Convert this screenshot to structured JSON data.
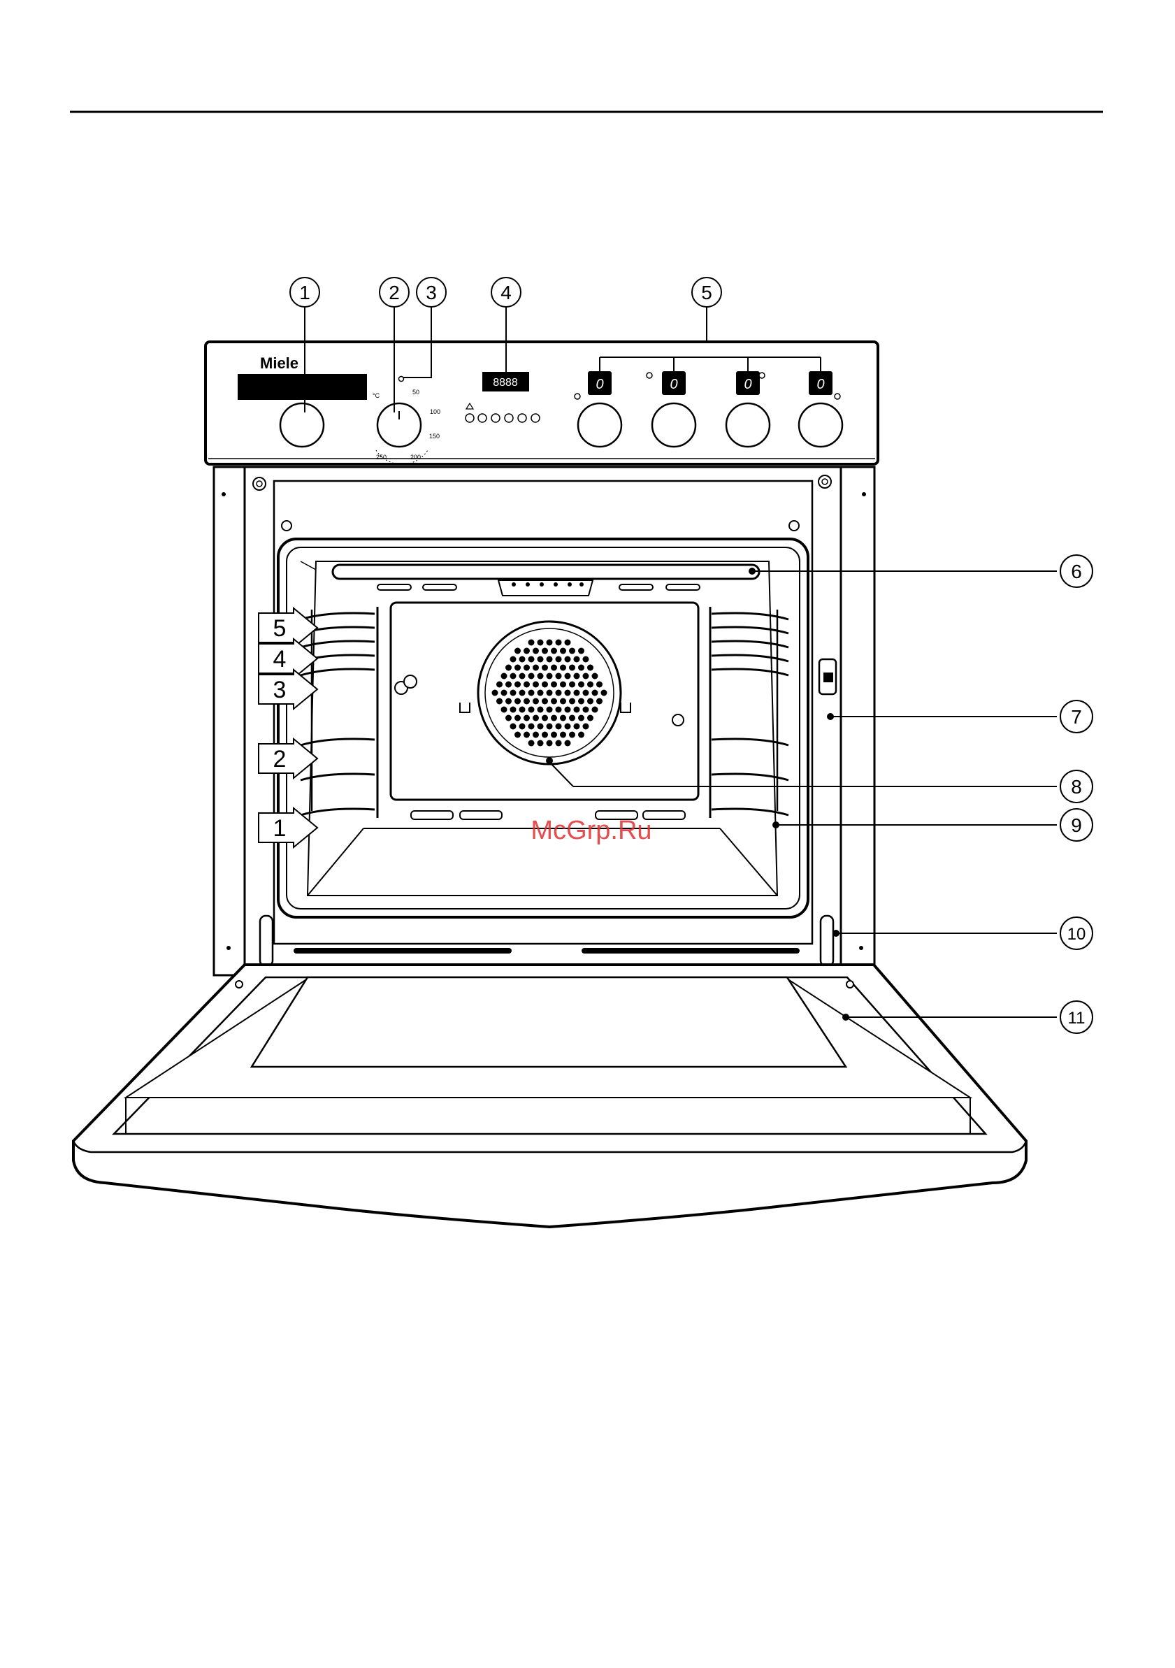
{
  "brand": "Miele",
  "callouts": [
    "1",
    "2",
    "3",
    "4",
    "5",
    "6",
    "7",
    "8",
    "9",
    "10",
    "11"
  ],
  "shelf_levels": [
    "5",
    "4",
    "3",
    "2",
    "1"
  ],
  "temperature_dial": {
    "unit": "°C",
    "marks": [
      "50",
      "100",
      "150",
      "200",
      "250"
    ]
  },
  "clock_display": "8888",
  "zone_displays": [
    "0",
    "0",
    "0",
    "0"
  ],
  "watermark": "McGrp.Ru"
}
